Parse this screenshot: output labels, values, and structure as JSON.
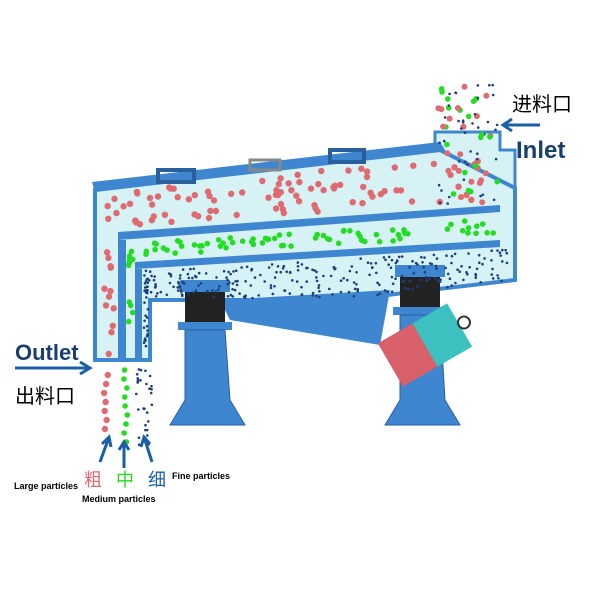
{
  "labels": {
    "inlet_cn": "进料口",
    "inlet_en": "Inlet",
    "outlet_en": "Outlet",
    "outlet_cn": "出料口",
    "large_cn": "粗",
    "medium_cn": "中",
    "fine_cn": "细",
    "large_en": "Large particles",
    "medium_en": "Medium particles",
    "fine_en": "Fine particles"
  },
  "colors": {
    "machine": "#3f86d0",
    "machine_dark": "#2a5f9e",
    "fill": "#d6f2f4",
    "large": "#e06a72",
    "medium": "#22dd22",
    "fine": "#1c3f7a",
    "arrow": "#1a5fa8",
    "motor": "#d8606a",
    "motor_side": "#3cc0c0"
  }
}
